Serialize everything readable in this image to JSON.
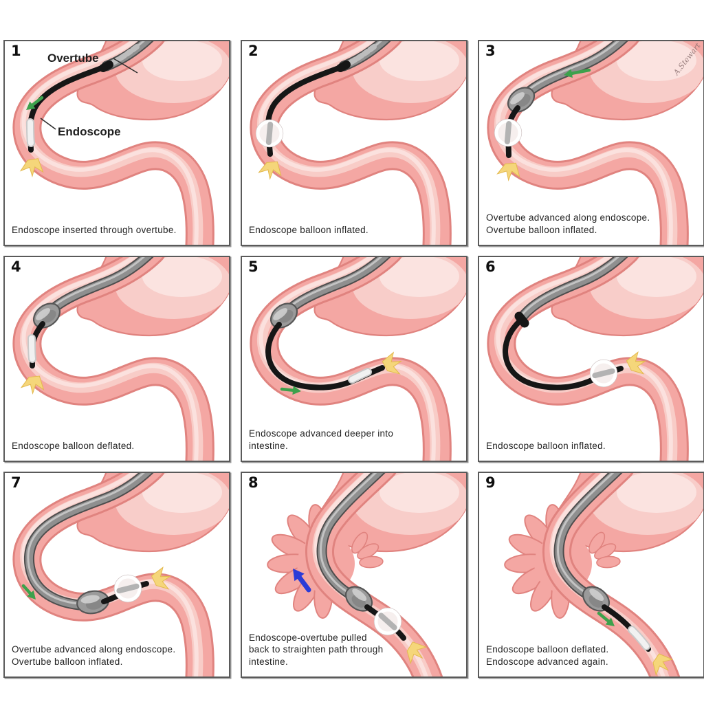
{
  "figure": {
    "type": "medical-procedure-step-diagram",
    "subject": "Double-balloon enteroscopy technique",
    "colors": {
      "intestine_pink": "#f4a7a3",
      "intestine_edge": "#e0837f",
      "intestine_highlight": "#f8cdc9",
      "intestine_highlight2": "#fbe3e0",
      "overtube_gray": "#8f8f8f",
      "overtube_outline": "#4d4d4d",
      "overtube_highlight": "#c9c9c9",
      "endoscope_black": "#161616",
      "balloon_white": "#ffffff",
      "balloon_gray": "#9a9a9a",
      "light_yellow": "#f5d67a",
      "arrow_green": "#3da14c",
      "arrow_blue": "#2a3bd7",
      "label_text": "#1f1f1f",
      "caption_text": "#222222"
    },
    "panels": [
      {
        "step": "1",
        "caption": "Endoscope inserted through overtube.",
        "labels": {
          "overtube": "Overtube",
          "endoscope": "Endoscope"
        },
        "scene": {
          "overtube_balloon": "deflated",
          "endoscope_balloon": "deflated",
          "arrow": "green, pointing down-left at endoscope tip"
        }
      },
      {
        "step": "2",
        "caption": "Endoscope balloon inflated.",
        "scene": {
          "overtube_balloon": "deflated",
          "endoscope_balloon": "inflated",
          "arrow": "none"
        }
      },
      {
        "step": "3",
        "caption": "Overtube advanced along endoscope. Overtube balloon inflated.",
        "signature": "A.Stewart",
        "scene": {
          "overtube_balloon": "inflated",
          "endoscope_balloon": "inflated",
          "arrow": "green, pointing left along overtube"
        }
      },
      {
        "step": "4",
        "caption": "Endoscope balloon deflated.",
        "scene": {
          "overtube_balloon": "inflated",
          "endoscope_balloon": "deflated",
          "arrow": "none"
        }
      },
      {
        "step": "5",
        "caption": "Endoscope advanced deeper into intestine.",
        "scene": {
          "overtube_balloon": "inflated",
          "endoscope_balloon": "deflated",
          "arrow": "green, pointing right along endoscope"
        }
      },
      {
        "step": "6",
        "caption": "Endoscope balloon inflated.",
        "scene": {
          "overtube_balloon": "deflated",
          "endoscope_balloon": "inflated",
          "arrow": "none"
        }
      },
      {
        "step": "7",
        "caption": "Overtube advanced along endoscope. Overtube balloon inflated.",
        "scene": {
          "overtube_balloon": "inflated",
          "endoscope_balloon": "inflated",
          "arrow": "green, pointing down-right along overtube"
        }
      },
      {
        "step": "8",
        "caption": "Endoscope-overtube pulled back to straighten path through intestine.",
        "scene": {
          "overtube_balloon": "inflated",
          "endoscope_balloon": "inflated",
          "arrow": "blue, pointing up-left at pleated intestine",
          "intestine": "pleated"
        }
      },
      {
        "step": "9",
        "caption": "Endoscope balloon deflated. Endoscope advanced again.",
        "scene": {
          "overtube_balloon": "inflated",
          "endoscope_balloon": "deflated",
          "arrow": "green, pointing down-right along endoscope",
          "intestine": "pleated"
        }
      }
    ]
  }
}
